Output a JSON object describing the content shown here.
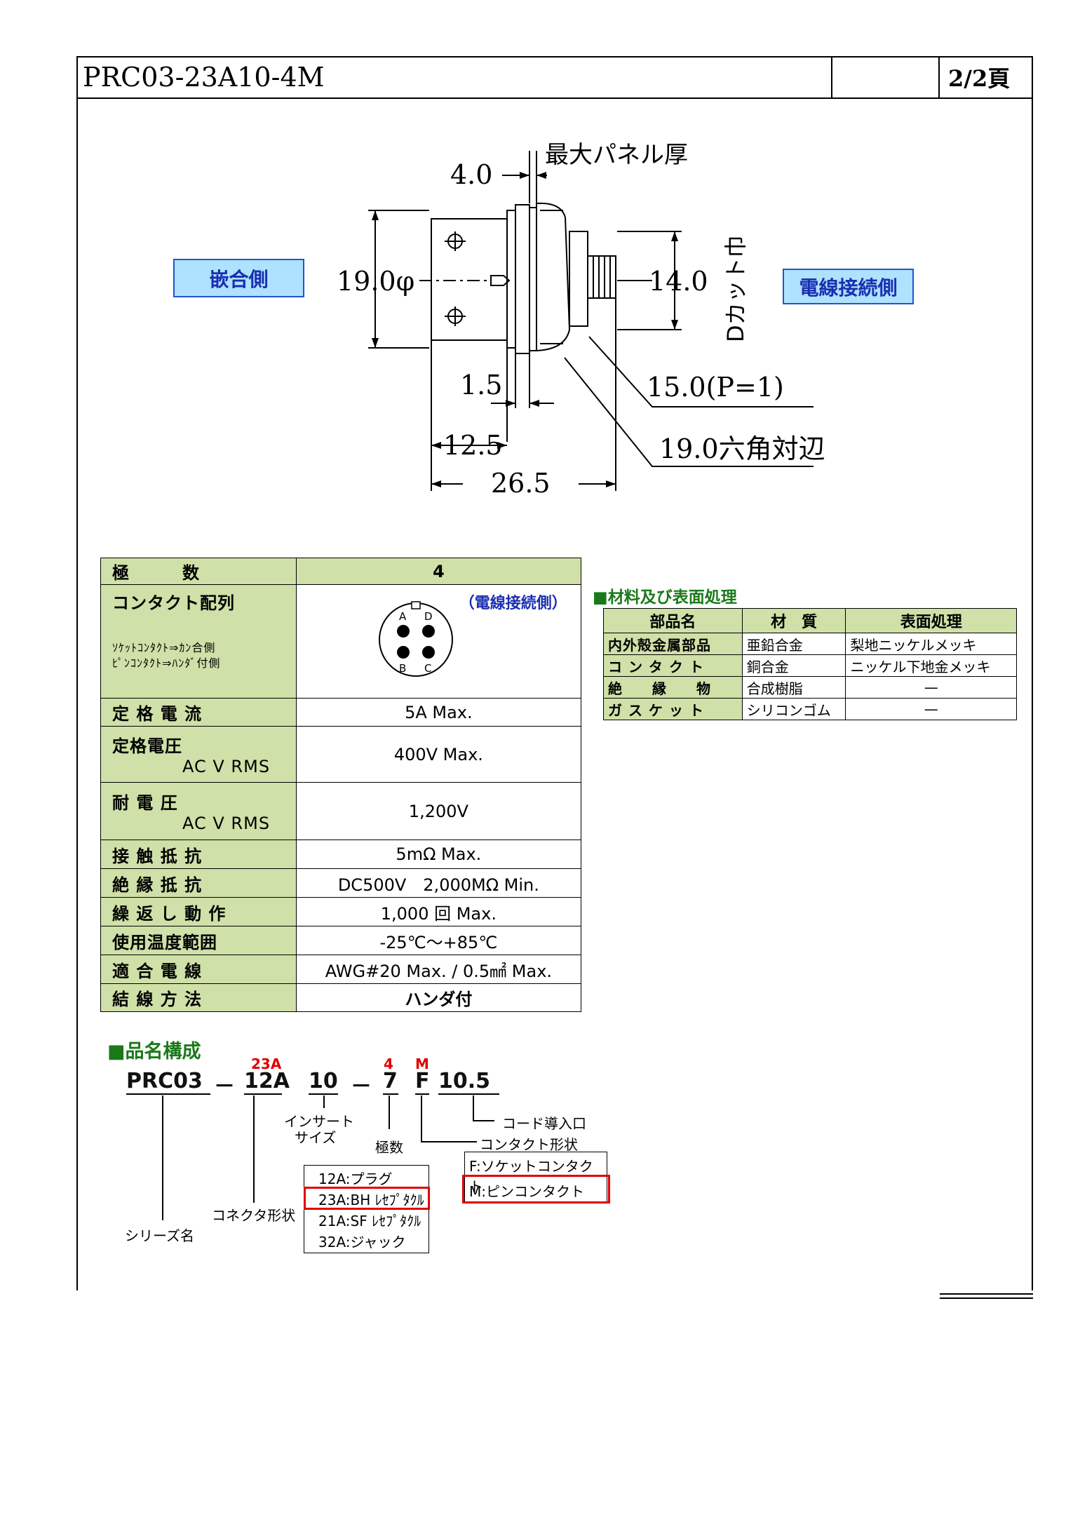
{
  "header": {
    "title": "PRC03-23A10-4M",
    "page": "2/2頁"
  },
  "drawing": {
    "tag_mating": "嵌合側",
    "tag_wire": "電線接続側",
    "dims": {
      "d_4_0": "4.0",
      "max_panel": "最大パネル厚",
      "d_19_phi": "19.0φ",
      "d_14": "14.0",
      "d_cut": "Dカット巾",
      "d_1_5": "1.5",
      "d_15": "15.0(P=1)",
      "d_12_5": "12.5",
      "d_19_hex": "19.0六角対辺",
      "d_26_5": "26.5"
    }
  },
  "spec": {
    "poles_label": "極　　　数",
    "poles_value": "4",
    "contact_label": "コンタクト配列",
    "contact_note1": "ｿｹｯﾄｺﾝﾀｸﾄ⇒ｶﾝ合側",
    "contact_note2": "ﾋﾟﾝｺﾝﾀｸﾄ⇒ﾊﾝﾀﾞ付側",
    "contact_side": "（電線接続側）",
    "pin_a": "A",
    "pin_b": "B",
    "pin_c": "C",
    "pin_d": "D",
    "current_label": "定 格 電 流",
    "current_value": "5A Max.",
    "voltage_label": "定格電圧",
    "voltage_sub": "AC V RMS",
    "voltage_value": "400V Max.",
    "withstand_label": "耐 電 圧",
    "withstand_sub": "AC V RMS",
    "withstand_value": "1,200V",
    "contact_res_label": "接 触 抵 抗",
    "contact_res_value": "5mΩ Max.",
    "insul_label": "絶 縁 抵 抗",
    "insul_value": "DC500V　2,000MΩ Min.",
    "cycle_label": "繰 返 し 動 作",
    "cycle_value": "1,000 回 Max.",
    "temp_label": "使用温度範囲",
    "temp_value": "-25℃～+85℃",
    "wire_label": "適 合 電 線",
    "wire_value": "AWG#20 Max. / 0.5㎟ Max.",
    "method_label": "結 線 方 法",
    "method_value": "ハンダ付"
  },
  "materials": {
    "heading": "■材料及び表面処理",
    "headers": [
      "部品名",
      "材　質",
      "表面処理"
    ],
    "rows": [
      [
        "内外殻金属部品",
        "亜鉛合金",
        "梨地ニッケルメッキ"
      ],
      [
        "コ ン タ ク ト",
        "銅合金",
        "ニッケル下地金メッキ"
      ],
      [
        "絶　　縁　　物",
        "合成樹脂",
        "—"
      ],
      [
        "ガ ス ケ ッ ト",
        "シリコンゴム",
        "—"
      ]
    ]
  },
  "part_number": {
    "heading": "■品名構成",
    "series": "PRC03",
    "dash1": "－",
    "shape": "12A",
    "shape_override": "23A",
    "insert": "10",
    "dash2": "－",
    "poles": "7",
    "poles_override": "4",
    "contact": "F",
    "contact_override": "M",
    "entry": "10.5",
    "label_entry": "コード導入口",
    "label_insert1": "インサート",
    "label_insert2": "サイズ",
    "label_poles": "極数",
    "label_contact_shape": "コンタクト形状",
    "label_connector_shape": "コネクタ形状",
    "label_series": "シリーズ名",
    "shape_options": [
      "12A:プラグ",
      "23A:BH ﾚｾﾌﾟﾀｸﾙ",
      "21A:SF ﾚｾﾌﾟﾀｸﾙ",
      "32A:ジャック"
    ],
    "contact_options": [
      "F:ソケットコンタクト",
      "M:ピンコンタクト"
    ]
  }
}
